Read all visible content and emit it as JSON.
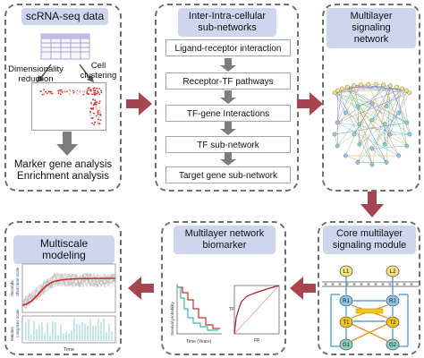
{
  "panels": {
    "scrna": {
      "title": "scRNA-seq data",
      "label_dimred": "Dimensionality reduction",
      "label_cluster": "Cell clustering",
      "marker": "Marker gene analysis",
      "enrichment": "Enrichment analysis"
    },
    "inter": {
      "title_line1": "Inter-Intra-cellular",
      "title_line2": "sub-networks",
      "steps": [
        "Ligand-receptor interaction",
        "Receptor-TF pathways",
        "TF-gene Interactions",
        "TF sub-network",
        "Target gene sub-network"
      ]
    },
    "multilayer": {
      "title_line1": "Multilayer signaling",
      "title_line2": "network"
    },
    "core": {
      "title_line1": "Core multilayer",
      "title_line2": "signaling module",
      "nodes": [
        "L1",
        "L2",
        "R1",
        "R2",
        "T1",
        "T2",
        "G1",
        "G2"
      ]
    },
    "biomarker": {
      "title_line1": "Multilayer network",
      "title_line2": "biomarker",
      "survival_ylabel": "Survival probability",
      "survival_xlabel": "Time (Years)",
      "roc_ylabel": "TP",
      "roc_xlabel": "FP"
    },
    "multiscale": {
      "title": "Multiscale modeling",
      "short_label": "Short time scale",
      "long_label": "Long time scale",
      "seconds": "Seconds",
      "minutes": "Minutes",
      "xlabel": "Time"
    }
  },
  "colors": {
    "arrow": "#a8444d",
    "gray_arrow": "#7d7d7d",
    "title_bg": "#cdd6ec",
    "red": "#d62728",
    "teal": "#3bb3b0",
    "yellow": "#f0c419",
    "blue": "#3b8fd1"
  }
}
